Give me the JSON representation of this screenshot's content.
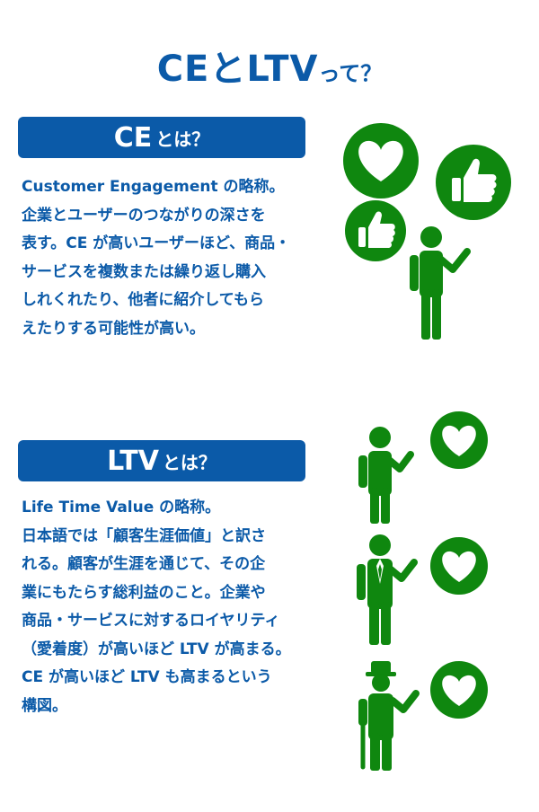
{
  "title": {
    "main": "CEとLTV",
    "suffix": "って？"
  },
  "ce": {
    "header_main": "CE",
    "header_suffix": "とは？",
    "lines": [
      "Customer Engagement の略称。",
      "企業とユーザーのつながりの深さを",
      "表す。CE が高いユーザーほど、商品・",
      "サービスを複数または繰り返し購入",
      "しれくれたり、他者に紹介してもら",
      "えたりする可能性が高い。"
    ]
  },
  "ltv": {
    "header_main": "LTV",
    "header_suffix": "とは？",
    "lines": [
      "Life Time Value の略称。",
      "日本語では「顧客生涯価値」と訳さ",
      "れる。顧客が生涯を通じて、その企",
      "業にもたらす総利益のこと。企業や",
      "商品・サービスに対するロイヤリティ",
      "（愛着度）が高いほど LTV が高まる。",
      "CE が高いほど LTV も高まるという",
      "構図。"
    ]
  },
  "colors": {
    "primary": "#0b5aa8",
    "green": "#0f870f",
    "white": "#ffffff"
  }
}
